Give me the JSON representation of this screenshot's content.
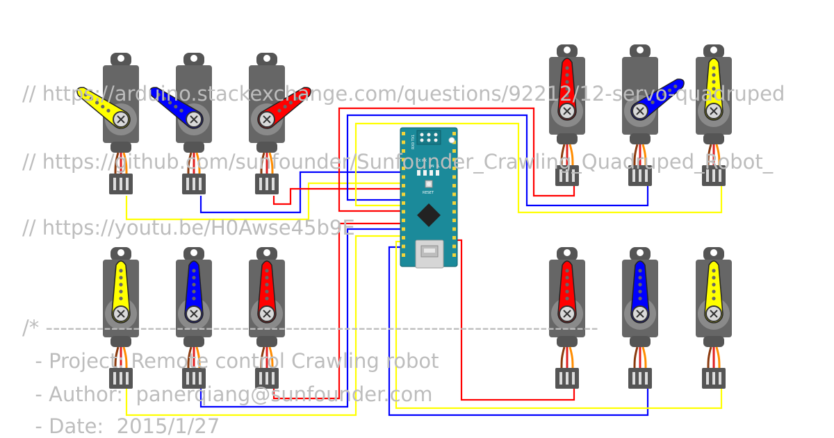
{
  "code_overlay": {
    "lines": [
      "// https://arduino.stackexchange.com/questions/92212/12-servo-quadruped",
      "// https://github.com/sunfounder/Sunfounder_Crawling_Quadruped_Robot_",
      "// https://youtu.be/H0Awse45b9E",
      "/* ----------------------------------------------------------------------------",
      "  - Project: Remote control Crawling robot",
      "  - Author:  panerqiang@sunfounder.com",
      "  - Date:  2015/1/27"
    ]
  },
  "board": {
    "name": "Arduino Nano",
    "labels": {
      "tx_rx": "TX RX",
      "on": "ON",
      "l": "L",
      "reset": "RESET",
      "rx0_tx1": "RX0 TX1"
    },
    "colors": {
      "pcb": "#1b8a9a",
      "pin": "#f2d43a",
      "chip": "#222222",
      "usb": "#cfcfcf"
    }
  },
  "servos": [
    {
      "id": "s1",
      "horn_color": "#ffff00",
      "horn_style": "angled-left"
    },
    {
      "id": "s2",
      "horn_color": "#0000ff",
      "horn_style": "angled-left"
    },
    {
      "id": "s3",
      "horn_color": "#ff0000",
      "horn_style": "angled-right"
    },
    {
      "id": "s4",
      "horn_color": "#ff0000",
      "horn_style": "up"
    },
    {
      "id": "s5",
      "horn_color": "#0000ff",
      "horn_style": "angled-right"
    },
    {
      "id": "s6",
      "horn_color": "#ffff00",
      "horn_style": "up"
    },
    {
      "id": "s7",
      "horn_color": "#ffff00",
      "horn_style": "up"
    },
    {
      "id": "s8",
      "horn_color": "#0000ff",
      "horn_style": "up"
    },
    {
      "id": "s9",
      "horn_color": "#ff0000",
      "horn_style": "up"
    },
    {
      "id": "s10",
      "horn_color": "#ff0000",
      "horn_style": "up"
    },
    {
      "id": "s11",
      "horn_color": "#0000ff",
      "horn_style": "up"
    },
    {
      "id": "s12",
      "horn_color": "#ffff00",
      "horn_style": "up"
    }
  ],
  "wires": [
    {
      "id": "w1",
      "color": "#ffff00"
    },
    {
      "id": "w2",
      "color": "#0000ff"
    },
    {
      "id": "w3",
      "color": "#ff0000"
    },
    {
      "id": "w4",
      "color": "#ff0000"
    },
    {
      "id": "w5",
      "color": "#0000ff"
    },
    {
      "id": "w6",
      "color": "#ffff00"
    },
    {
      "id": "w7",
      "color": "#ffff00"
    },
    {
      "id": "w8",
      "color": "#0000ff"
    },
    {
      "id": "w9",
      "color": "#ff0000"
    },
    {
      "id": "w10",
      "color": "#ff0000"
    },
    {
      "id": "w11",
      "color": "#0000ff"
    },
    {
      "id": "w12",
      "color": "#ffff00"
    }
  ],
  "colors": {
    "servo_body": "#666666",
    "servo_tab": "#555555",
    "horn_hub": "#8a8a8a",
    "wire_brown": "#8b3a0e",
    "wire_red": "#e02020",
    "wire_orange": "#ff8c00",
    "connector": "#555555"
  }
}
